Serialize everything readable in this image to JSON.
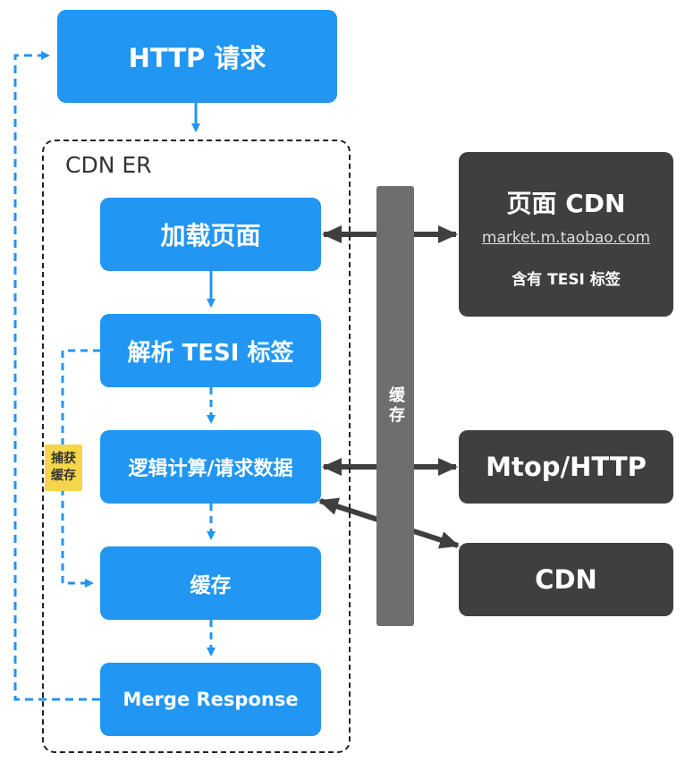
{
  "http_request": "HTTP 请求",
  "er_container_label": "CDN ER",
  "steps": [
    "加载页面",
    "解析 TESI 标签",
    "逻辑计算/请求数据",
    "缓存",
    "Merge Response"
  ],
  "cache_bar_label": "缓存",
  "capture_cache_note": "捕获\n缓存",
  "page_cdn": {
    "title": "页面 CDN",
    "domain": "market.m.taobao.com",
    "note": "含有 TESI 标签"
  },
  "mtop_http": "Mtop/HTTP",
  "cdn": "CDN",
  "colors": {
    "blue_box": "#2196f3",
    "dark_box": "#3f3f3f",
    "cache_bar": "#6e6e6e",
    "note": "#f5d64a",
    "arrow_blue": "#2196f3",
    "arrow_dark": "#3f3f3f"
  }
}
